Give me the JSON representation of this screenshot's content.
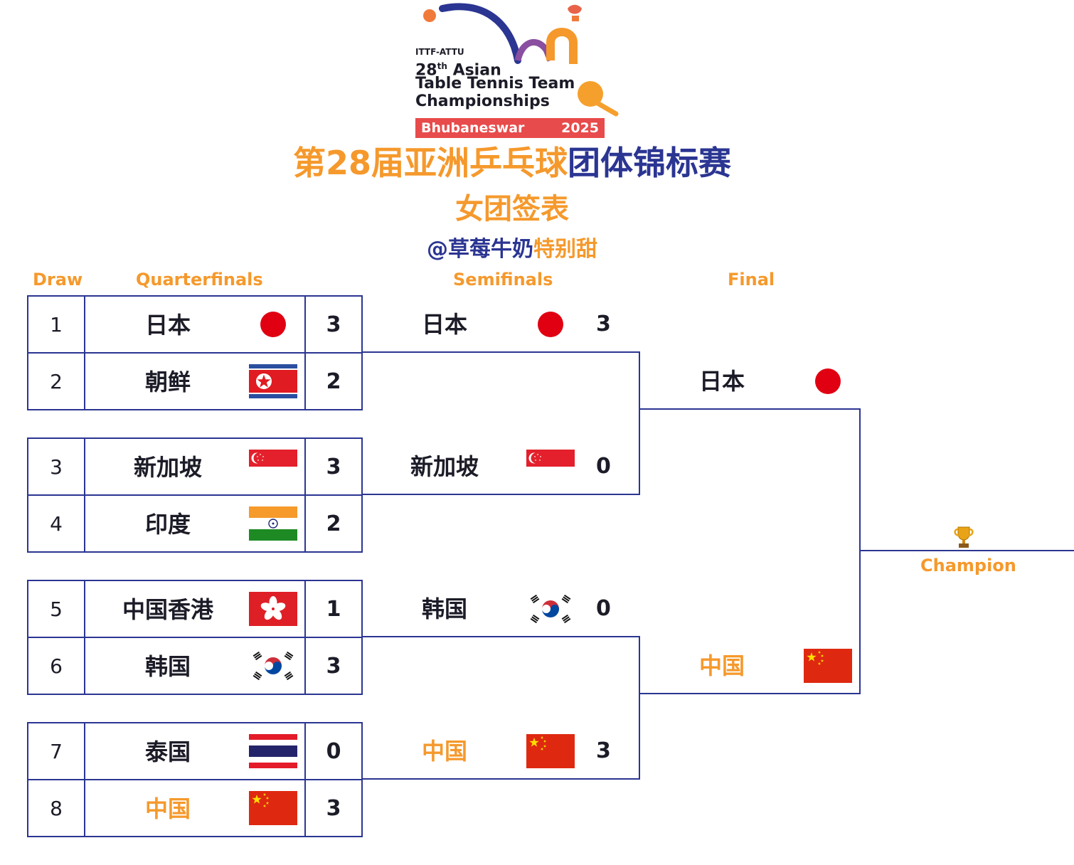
{
  "logo": {
    "org": "ITTF-ATTU",
    "edition": "28",
    "edition_sup": "th",
    "line1_rest": " Asian",
    "line2": "Table Tennis Team",
    "line3": "Championships",
    "city": "Bhubaneswar",
    "year": "2025"
  },
  "title": {
    "part_orange": "第28届亚洲乒乓球",
    "part_blue": "团体锦标赛"
  },
  "subtitle": "女团签表",
  "author": {
    "part_blue": "@草莓牛奶",
    "part_orange": "特别甜"
  },
  "headers": {
    "draw": "Draw",
    "quarterfinals": "Quarterfinals",
    "semifinals": "Semifinals",
    "final": "Final",
    "champion": "Champion"
  },
  "quarterfinals": [
    {
      "draw": "1",
      "team": "日本",
      "flag": "japan",
      "score": "3"
    },
    {
      "draw": "2",
      "team": "朝鲜",
      "flag": "north-korea",
      "score": "2"
    },
    {
      "draw": "3",
      "team": "新加坡",
      "flag": "singapore",
      "score": "3"
    },
    {
      "draw": "4",
      "team": "印度",
      "flag": "india",
      "score": "2"
    },
    {
      "draw": "5",
      "team": "中国香港",
      "flag": "hong-kong",
      "score": "1"
    },
    {
      "draw": "6",
      "team": "韩国",
      "flag": "south-korea",
      "score": "3"
    },
    {
      "draw": "7",
      "team": "泰国",
      "flag": "thailand",
      "score": "0"
    },
    {
      "draw": "8",
      "team": "中国",
      "flag": "china",
      "score": "3"
    }
  ],
  "semifinals": [
    {
      "team": "日本",
      "flag": "japan",
      "score": "3"
    },
    {
      "team": "新加坡",
      "flag": "singapore",
      "score": "0"
    },
    {
      "team": "韩国",
      "flag": "south-korea",
      "score": "0"
    },
    {
      "team": "中国",
      "flag": "china",
      "score": "3"
    }
  ],
  "final": [
    {
      "team": "日本",
      "flag": "japan"
    },
    {
      "team": "中国",
      "flag": "china"
    }
  ],
  "colors": {
    "orange": "#f5992c",
    "navy": "#2b3592",
    "red_bar": "#e84b4b"
  },
  "icons": {
    "champion": "trophy-icon"
  }
}
